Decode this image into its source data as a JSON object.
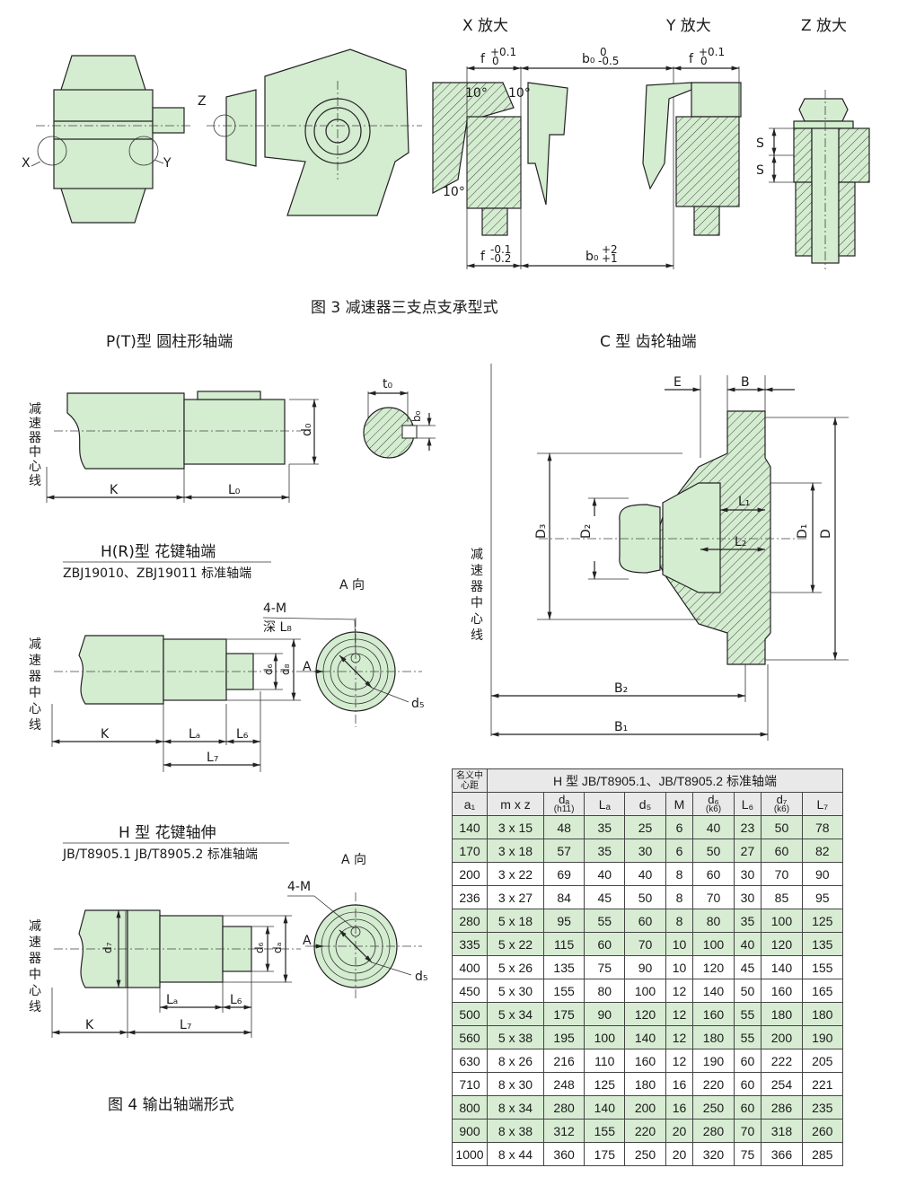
{
  "fig3": {
    "caption": "图 3   减速器三支点支承型式",
    "x_title": "X 放大",
    "y_title": "Y 放大",
    "z_title": "Z 放大",
    "labels": {
      "x": "X",
      "y": "Y",
      "z": "Z",
      "f_top": "f",
      "f_top_tol_up": "+0.1",
      "f_top_tol_dn": "0",
      "b0_top": "b₀",
      "b0_top_tol_up": "0",
      "b0_top_tol_dn": "-0.5",
      "f_y": "f",
      "f_y_tol_up": "+0.1",
      "f_y_tol_dn": "0",
      "angle1": "10°",
      "angle2": "10°",
      "angle3": "10°",
      "f_bot": "f",
      "f_bot_tol_up": "-0.1",
      "f_bot_tol_dn": "-0.2",
      "b0_bot": "b₀",
      "b0_bot_tol_up": "+2",
      "b0_bot_tol_dn": "+1",
      "s1": "S",
      "s2": "S"
    }
  },
  "pt": {
    "title": "P(T)型   圆柱形轴端",
    "center_label": "减速器中心线",
    "k": "K",
    "l0": "L₀",
    "d0": "d₀",
    "t0": "t₀",
    "b0": "b₀"
  },
  "c": {
    "title": "C 型   齿轮轴端",
    "center_label": "减速器中心线",
    "e": "E",
    "b": "B",
    "l1": "L₁",
    "l2": "L₂",
    "d1": "D₁",
    "d2": "D₂",
    "d3": "D₃",
    "d": "D",
    "b1": "B₁",
    "b2": "B₂"
  },
  "hr": {
    "title": "H(R)型    花键轴端",
    "subtitle": "ZBJ19010、ZBJ19011 标准轴端",
    "a_view": "A 向",
    "m": "4-M",
    "depth": "深 L₈",
    "center_label": "减速器中心线",
    "a": "A",
    "d6": "d₆",
    "d8": "d₈",
    "d5": "d₅",
    "k": "K",
    "la": "Lₐ",
    "l6": "L₆",
    "l7": "L₇"
  },
  "h": {
    "title": "H 型    花键轴伸",
    "subtitle": "JB/T8905.1 JB/T8905.2 标准轴端",
    "a_view": "A 向",
    "m": "4-M",
    "center_label": "减速器中心线",
    "a": "A",
    "d7": "d₇",
    "d6": "d₆",
    "da": "dₐ",
    "d5": "d₅",
    "k": "K",
    "la": "Lₐ",
    "l6": "L₆",
    "l7": "L₇"
  },
  "fig4": {
    "caption": "图 4   输出轴端形式"
  },
  "table": {
    "corner_top": "名义中",
    "corner_bot": "心距",
    "group_title": "H 型    JB/T8905.1、JB/T8905.2 标准轴端",
    "headers": [
      "a₁",
      "m x z",
      "dₐ",
      "Lₐ",
      "d₅",
      "M",
      "d₆",
      "L₆",
      "d₇",
      "L₇"
    ],
    "header_subs": [
      "",
      "",
      "(h11)",
      "",
      "",
      "",
      "(k6)",
      "",
      "(k6)",
      ""
    ],
    "rows": [
      [
        "140",
        "3 x 15",
        "48",
        "35",
        "25",
        "6",
        "40",
        "23",
        "50",
        "78"
      ],
      [
        "170",
        "3 x 18",
        "57",
        "35",
        "30",
        "6",
        "50",
        "27",
        "60",
        "82"
      ],
      [
        "200",
        "3 x 22",
        "69",
        "40",
        "40",
        "8",
        "60",
        "30",
        "70",
        "90"
      ],
      [
        "236",
        "3 x 27",
        "84",
        "45",
        "50",
        "8",
        "70",
        "30",
        "85",
        "95"
      ],
      [
        "280",
        "5 x 18",
        "95",
        "55",
        "60",
        "8",
        "80",
        "35",
        "100",
        "125"
      ],
      [
        "335",
        "5 x 22",
        "115",
        "60",
        "70",
        "10",
        "100",
        "40",
        "120",
        "135"
      ],
      [
        "400",
        "5 x 26",
        "135",
        "75",
        "90",
        "10",
        "120",
        "45",
        "140",
        "155"
      ],
      [
        "450",
        "5 x 30",
        "155",
        "80",
        "100",
        "12",
        "140",
        "50",
        "160",
        "165"
      ],
      [
        "500",
        "5 x 34",
        "175",
        "90",
        "120",
        "12",
        "160",
        "55",
        "180",
        "180"
      ],
      [
        "560",
        "5 x 38",
        "195",
        "100",
        "140",
        "12",
        "180",
        "55",
        "200",
        "190"
      ],
      [
        "630",
        "8 x 26",
        "216",
        "110",
        "160",
        "12",
        "190",
        "60",
        "222",
        "205"
      ],
      [
        "710",
        "8 x 30",
        "248",
        "125",
        "180",
        "16",
        "220",
        "60",
        "254",
        "221"
      ],
      [
        "800",
        "8 x 34",
        "280",
        "140",
        "200",
        "16",
        "250",
        "60",
        "286",
        "235"
      ],
      [
        "900",
        "8 x 38",
        "312",
        "155",
        "220",
        "20",
        "280",
        "70",
        "318",
        "260"
      ],
      [
        "1000",
        "8 x 44",
        "360",
        "175",
        "250",
        "20",
        "320",
        "75",
        "366",
        "285"
      ]
    ],
    "colors": {
      "green_row": "#d7ecd3",
      "header_bg": "#e9e9e9"
    }
  }
}
